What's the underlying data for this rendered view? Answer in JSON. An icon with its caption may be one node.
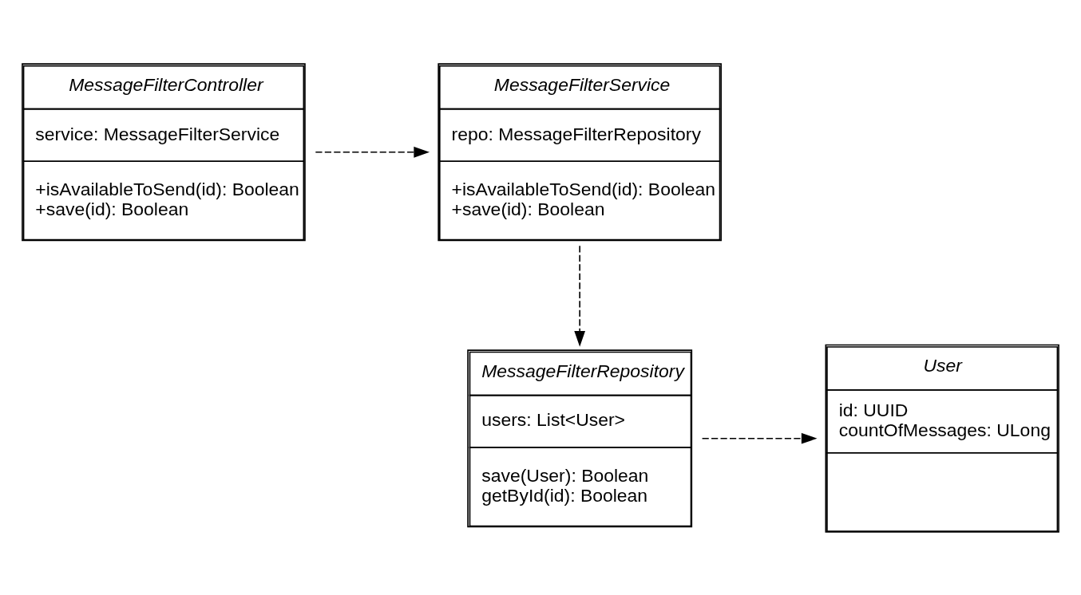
{
  "diagram": {
    "nodes": [
      {
        "text": [
          "MessageFilterController",
          "service: MessageFilterService",
          "+isAvailableToSend(id): Boolean",
          "+save(id): Boolean"
        ]
      },
      {
        "text": [
          "MessageFilterService",
          "repo: MessageFilterRepository",
          "+isAvailableToSend(id): Boolean",
          "+save(id): Boolean"
        ]
      },
      {
        "text": [
          "MessageFilterRepository",
          "users: List<User>",
          "save(User): Boolean",
          "getById(id): Boolean"
        ]
      },
      {
        "text": [
          "User",
          "id: UUID",
          "countOfMessages: ULong"
        ]
      }
    ],
    "edges": [
      {
        "from": 0,
        "to": 1,
        "arrow": "to",
        "style": "dashed"
      },
      {
        "from": 1,
        "to": 2,
        "arrow": "to",
        "style": "dashed"
      },
      {
        "from": 2,
        "to": 3,
        "arrow": "to",
        "style": "dashed"
      }
    ]
  }
}
